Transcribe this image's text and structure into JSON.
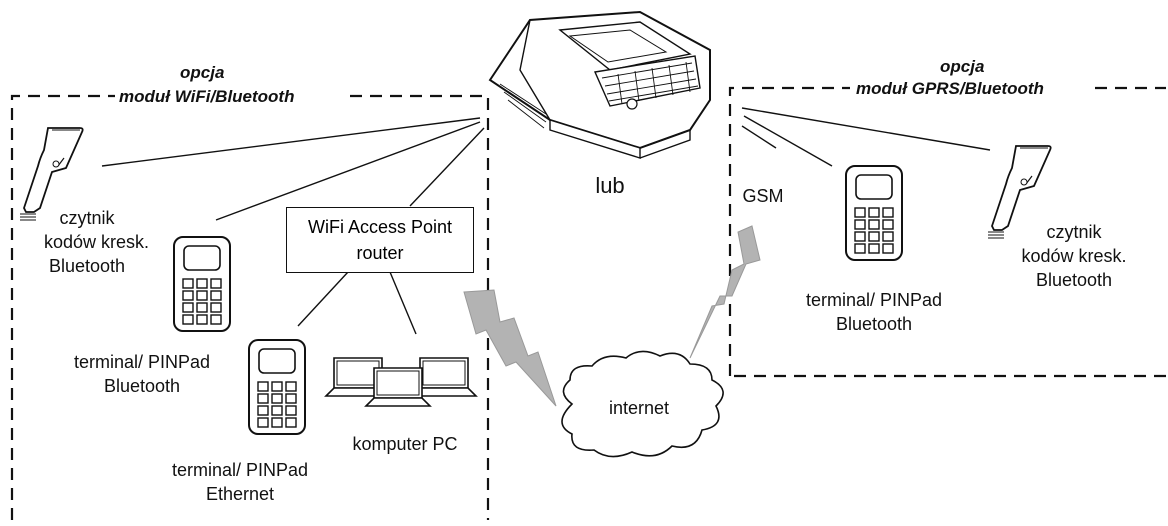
{
  "left_group": {
    "option_line1": "opcja",
    "option_line2": "moduł WiFi/Bluetooth",
    "scanner_label": [
      "czytnik",
      "kodów kresk.",
      "Bluetooth"
    ],
    "pinpad_bt_label": [
      "terminal/ PINPad",
      "Bluetooth"
    ],
    "pinpad_eth_label": [
      "terminal/ PINPad",
      "Ethernet"
    ],
    "access_point_label": [
      "WiFi Access Point",
      "router"
    ],
    "computer_label": "komputer PC"
  },
  "center": {
    "or_label": "lub",
    "internet_label": "internet"
  },
  "right_group": {
    "option_line1": "opcja",
    "option_line2": "moduł GPRS/Bluetooth",
    "gsm_label": "GSM",
    "pinpad_bt_label": [
      "terminal/ PINPad",
      "Bluetooth"
    ],
    "scanner_label": [
      "czytnik",
      "kodów kresk.",
      "Bluetooth"
    ]
  },
  "colors": {
    "line": "#111111",
    "lightning": "#b3b3b3"
  }
}
